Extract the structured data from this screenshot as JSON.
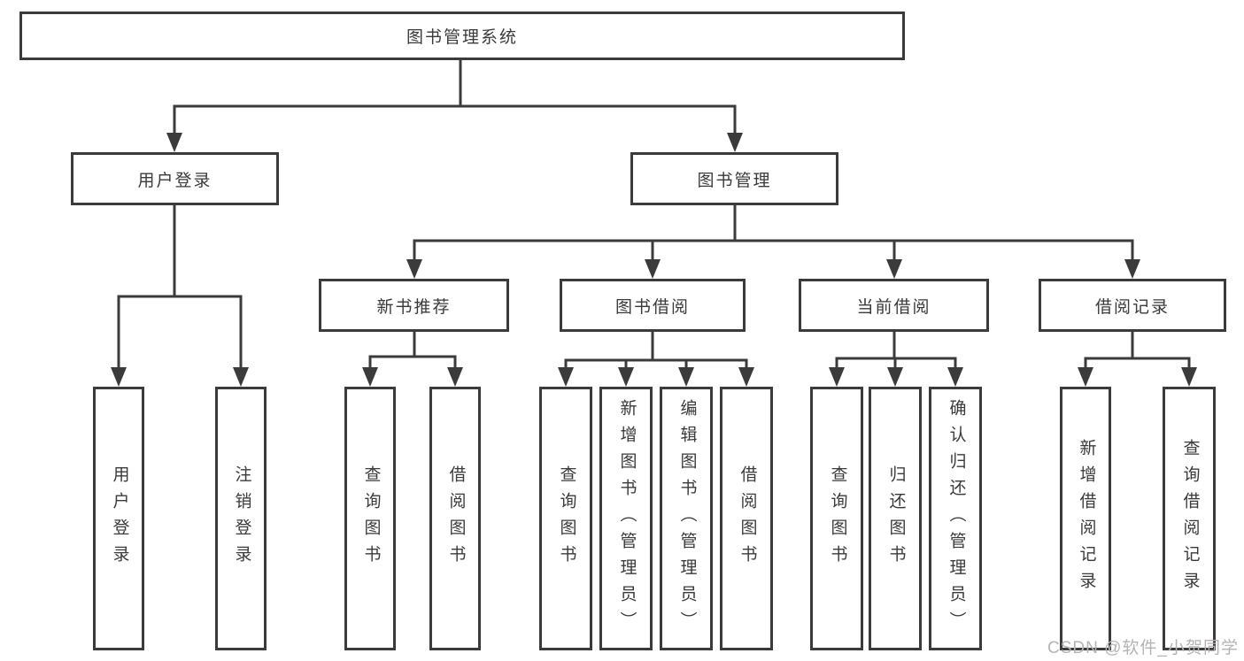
{
  "diagram_title": "图书管理系统",
  "nodes": {
    "root": {
      "label": "图书管理系统"
    },
    "user_login": {
      "label": "用户登录"
    },
    "book_mgmt": {
      "label": "图书管理"
    },
    "new_book_rec": {
      "label": "新书推荐"
    },
    "book_borrow": {
      "label": "图书借阅"
    },
    "current_borrow": {
      "label": "当前借阅"
    },
    "borrow_records": {
      "label": "借阅记录"
    },
    "leaf_user_login": {
      "label": "用户登录"
    },
    "leaf_logout": {
      "label": "注销登录"
    },
    "leaf_nbr_query": {
      "label": "查询图书"
    },
    "leaf_nbr_borrow": {
      "label": "借阅图书"
    },
    "leaf_bb_query": {
      "label": "查询图书"
    },
    "leaf_bb_add": {
      "label": "新增图书（管理员）"
    },
    "leaf_bb_edit": {
      "label": "编辑图书（管理员）"
    },
    "leaf_bb_borrow": {
      "label": "借阅图书"
    },
    "leaf_cb_query": {
      "label": "查询图书"
    },
    "leaf_cb_return": {
      "label": "归还图书"
    },
    "leaf_cb_confirm": {
      "label": "确认归还（管理员）"
    },
    "leaf_br_add": {
      "label": "新增借阅记录"
    },
    "leaf_br_query": {
      "label": "查询借阅记录"
    }
  },
  "hierarchy": {
    "图书管理系统": [
      "用户登录",
      "图书管理"
    ],
    "用户登录": [
      "用户登录",
      "注销登录"
    ],
    "图书管理": [
      "新书推荐",
      "图书借阅",
      "当前借阅",
      "借阅记录"
    ],
    "新书推荐": [
      "查询图书",
      "借阅图书"
    ],
    "图书借阅": [
      "查询图书",
      "新增图书（管理员）",
      "编辑图书（管理员）",
      "借阅图书"
    ],
    "当前借阅": [
      "查询图书",
      "归还图书",
      "确认归还（管理员）"
    ],
    "借阅记录": [
      "新增借阅记录",
      "查询借阅记录"
    ]
  },
  "watermark": "CSDN @软件_小贺同学",
  "colors": {
    "line": "#3b3b3b",
    "text": "#3a3a3a",
    "watermark": "#b6b2b6",
    "background": "#ffffff"
  }
}
